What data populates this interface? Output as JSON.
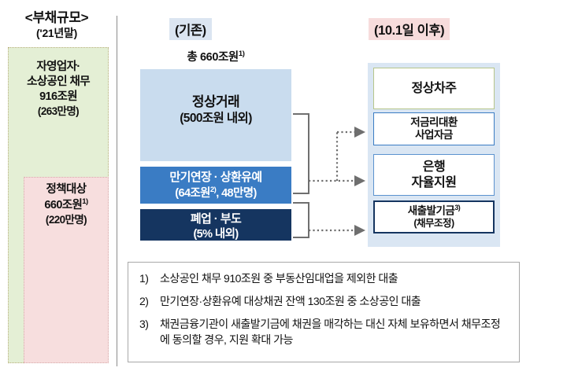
{
  "left_panel": {
    "title": "<부채규모>",
    "subtitle": "('21년말)",
    "outer_box": {
      "line1": "자영업자·",
      "line2": "소상공인 채무",
      "line3": "916조원",
      "line4": "(263만명)",
      "fill_color": "#e4efd5"
    },
    "inner_box": {
      "line1": "정책대상",
      "line2": "660조원",
      "line2_sup": "1)",
      "line3": "(220만명)",
      "fill_color": "#f7dede"
    }
  },
  "columns": {
    "before_header": "(기존)",
    "before_header_bg": "#dbe5f1",
    "after_header": "(10.1일 이후)",
    "after_header_bg": "#f7dcdc"
  },
  "middle": {
    "total_label": "총 660조원",
    "total_label_sup": "1)",
    "boxes": [
      {
        "name": "정상거래",
        "detail": "(500조원 내외)",
        "fill": "#c9dcee",
        "text_color": "#111111"
      },
      {
        "name": "만기연장 · 상환유예",
        "detail_pre": "(64조원",
        "detail_sup": "2)",
        "detail_post": ", 48만명)",
        "fill": "#3a7cc4",
        "text_color": "#ffffff"
      },
      {
        "name": "폐업 · 부도",
        "detail": "(5% 내외)",
        "fill": "#153560",
        "text_color": "#ffffff"
      }
    ]
  },
  "right": {
    "container_fill": "#dae6f3",
    "boxes": [
      {
        "label": "정상차주",
        "border": "#b6c58a"
      },
      {
        "line1": "저금리대환",
        "line2": "사업자금",
        "border": "#3a7cc4"
      },
      {
        "line1": "은행",
        "line2": "자율지원",
        "border": "#5b92cf"
      },
      {
        "line1": "새출발기금",
        "line1_sup": "3)",
        "line2": "(채무조정)",
        "border": "#153560"
      }
    ]
  },
  "notes": [
    {
      "num": "1)",
      "text": "소상공인 채무 910조원 중 부동산임대업을 제외한 대출"
    },
    {
      "num": "2)",
      "text": "만기연장·상환유예 대상채권 잔액 130조원 중 소상공인 대출"
    },
    {
      "num": "3)",
      "text": "채권금융기관이 새출발기금에 채권을 매각하는 대신 자체 보유하면서 채무조정에 동의할 경우, 지원 확대 가능"
    }
  ]
}
